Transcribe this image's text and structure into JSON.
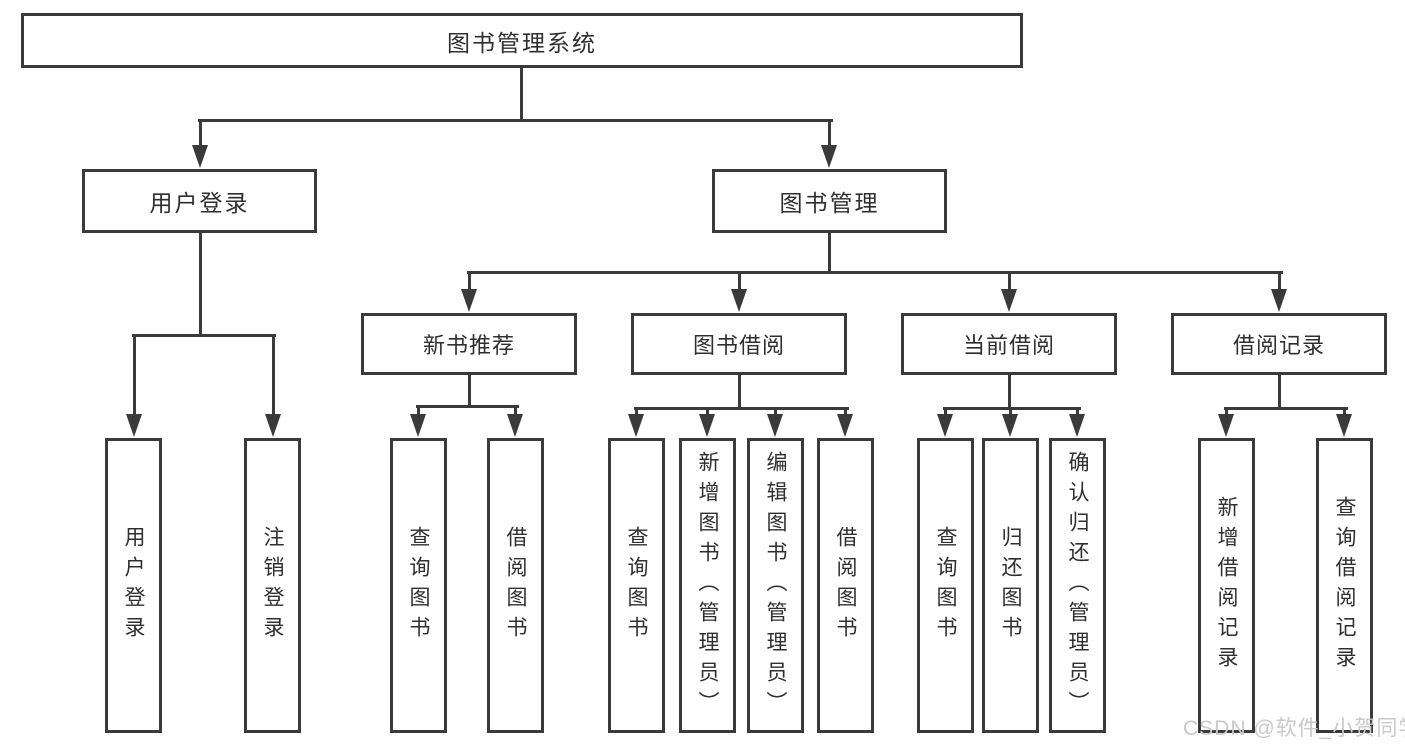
{
  "diagram": {
    "type": "hierarchy-tree",
    "root": {
      "label": "图书管理系统",
      "children": [
        {
          "label": "用户登录",
          "children": [
            {
              "label": "用户登录"
            },
            {
              "label": "注销登录"
            }
          ]
        },
        {
          "label": "图书管理",
          "children": [
            {
              "label": "新书推荐",
              "children": [
                {
                  "label": "查询图书"
                },
                {
                  "label": "借阅图书"
                }
              ]
            },
            {
              "label": "图书借阅",
              "children": [
                {
                  "label": "查询图书"
                },
                {
                  "label": "新增图书（管理员）"
                },
                {
                  "label": "编辑图书（管理员）"
                },
                {
                  "label": "借阅图书"
                }
              ]
            },
            {
              "label": "当前借阅",
              "children": [
                {
                  "label": "查询图书"
                },
                {
                  "label": "归还图书"
                },
                {
                  "label": "确认归还（管理员）"
                }
              ]
            },
            {
              "label": "借阅记录",
              "children": [
                {
                  "label": "新增借阅记录"
                },
                {
                  "label": "查询借阅记录"
                }
              ]
            }
          ]
        }
      ]
    },
    "watermark": "CSDN @软件_小贺同学",
    "colors": {
      "line": "#3a3a3a",
      "text": "#2f2f2f",
      "watermark": "#c9c9c9",
      "background": "#ffffff"
    }
  }
}
